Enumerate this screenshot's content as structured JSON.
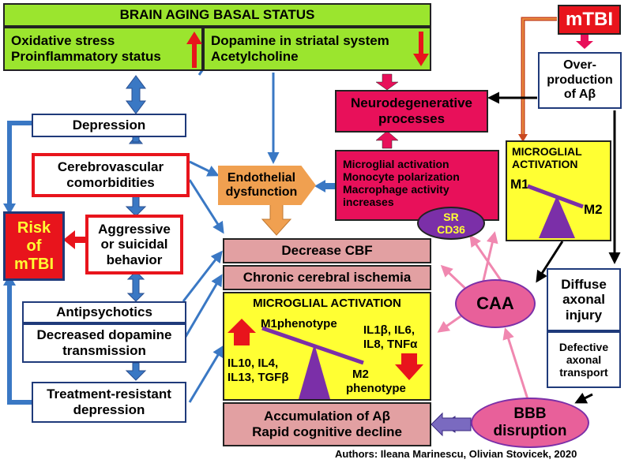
{
  "header": {
    "title": "BRAIN AGING BASAL STATUS",
    "left_line1": "Oxidative stress",
    "left_line2": "Proinflammatory status",
    "right_line1": "Dopamine in striatal system",
    "right_line2": "Acetylcholine"
  },
  "mtbi": "mTBI",
  "overproduction": {
    "l1": "Over-",
    "l2": "production",
    "l3": "of Aβ"
  },
  "neurodegenerative": {
    "l1": "Neurodegenerative",
    "l2": "processes"
  },
  "microglial_small": {
    "l1": "MICROGLIAL",
    "l2": "ACTIVATION",
    "m1": "M1",
    "m2": "M2"
  },
  "microglia_box": {
    "l1": "Microglial  activation",
    "l2": "Monocyte polarization",
    "l3": "Macrophage activity",
    "l4": "increases"
  },
  "sr": {
    "l1": "SR",
    "l2": "CD36"
  },
  "depression": "Depression",
  "cerebrovascular": {
    "l1": "Cerebrovascular",
    "l2": "comorbidities"
  },
  "endothelial": {
    "l1": "Endothelial",
    "l2": "dysfunction"
  },
  "risk": {
    "l1": "Risk",
    "l2": "of",
    "l3": "mTBI"
  },
  "aggressive": {
    "l1": "Aggressive",
    "l2": "or suicidal",
    "l3": "behavior"
  },
  "antipsychotics": "Antipsychotics",
  "decreased_dopamine": {
    "l1": "Decreased dopamine",
    "l2": "transmission"
  },
  "treatment_resistant": {
    "l1": "Treatment-resistant",
    "l2": "depression"
  },
  "decrease_cbf": "Decrease CBF",
  "chronic_ischemia": "Chronic cerebral ischemia",
  "big_microglial": {
    "title": "MICROGLIAL ACTIVATION",
    "m1": "M1phenotype",
    "right_l1": "IL1β, IL6,",
    "right_l2": "IL8, TNFα",
    "left_l1": "IL10, IL4,",
    "left_l2": "IL13, TGFβ",
    "m2_l1": "M2",
    "m2_l2": "phenotype"
  },
  "accumulation": {
    "l1": "Accumulation of Aβ",
    "l2": "Rapid cognitive decline"
  },
  "caa": "CAA",
  "diffuse": {
    "l1": "Diffuse",
    "l2": "axonal",
    "l3": "injury"
  },
  "defective": {
    "l1": "Defective",
    "l2": "axonal",
    "l3": "transport"
  },
  "bbb": {
    "l1": "BBB",
    "l2": "disruption"
  },
  "authors": "Authors: Ileana Marinescu, Olivian Stovicek, 2020",
  "colors": {
    "green": "#9be52e",
    "pink": "#e8105a",
    "salmon": "#e2a0a2",
    "yellow": "#ffff33",
    "red": "#e8141c",
    "blue_arrow": "#3a78c4",
    "pink_arrow": "#f088b0",
    "purple": "#7b2fa8"
  }
}
